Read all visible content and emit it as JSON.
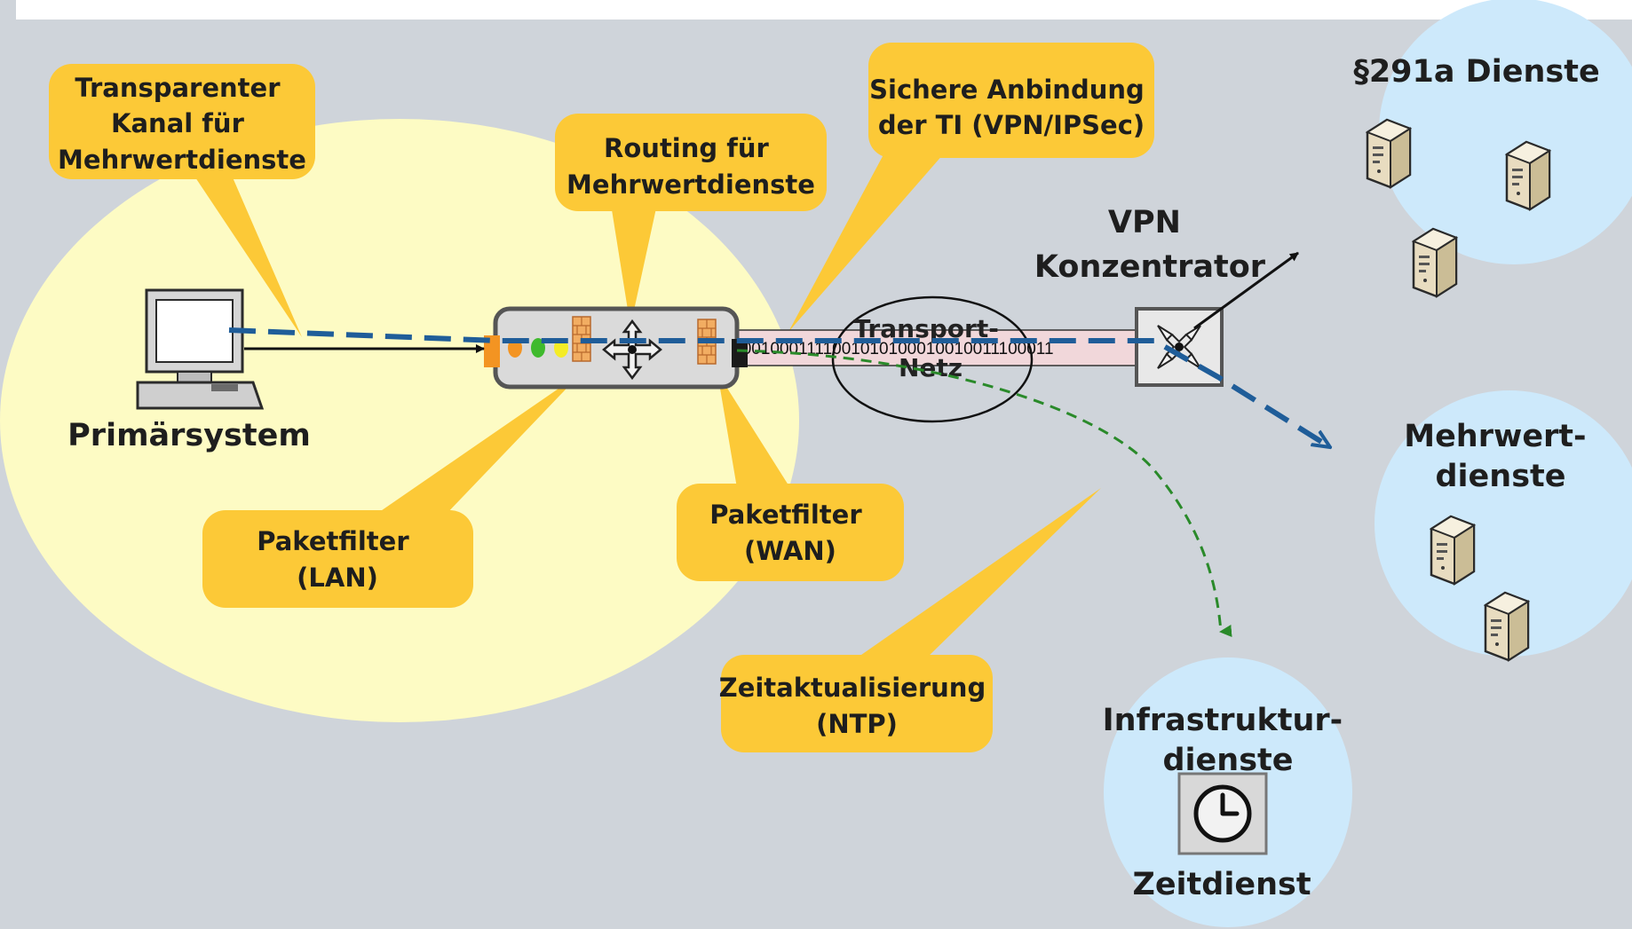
{
  "labels": {
    "callout_transparent": [
      "Transparenter",
      "Kanal für",
      "Mehrwertdienste"
    ],
    "callout_routing": [
      "Routing für",
      "Mehrwertdienste"
    ],
    "callout_secure": [
      "Sichere Anbindung",
      "der TI (VPN/IPSec)"
    ],
    "callout_paket_lan": [
      "Paketfilter",
      "(LAN)"
    ],
    "callout_paket_wan": [
      "Paketfilter",
      "(WAN)"
    ],
    "callout_zeit": [
      "Zeitaktualisierung",
      "(NTP)"
    ],
    "primaersystem": "Primärsystem",
    "vpn": [
      "VPN",
      "Konzentrator"
    ],
    "transport": [
      "Transport-",
      "Netz"
    ],
    "binary": "0010101100010001111001010100010010011100011",
    "dienste_291a": "§291a Dienste",
    "mehrwert": [
      "Mehrwert-",
      "dienste"
    ],
    "infra": [
      "Infrastruktur-",
      "dienste"
    ],
    "zeitdienst": "Zeitdienst"
  },
  "icons": {
    "computer": "computer-icon",
    "server": "server-icon",
    "clock": "clock-icon",
    "firewall": "firewall-icon",
    "router": "router-icon",
    "vpn_concentrator": "vpn-concentrator-icon"
  },
  "colors": {
    "background": "#cfd4da",
    "lan_zone": "#fdfbc4",
    "callout": "#fcc937",
    "service_cloud": "#cde9fb",
    "vpn_tunnel": "#f1d7da",
    "dashed_blue": "#1f5d99",
    "dashed_green": "#2a8a2a"
  }
}
